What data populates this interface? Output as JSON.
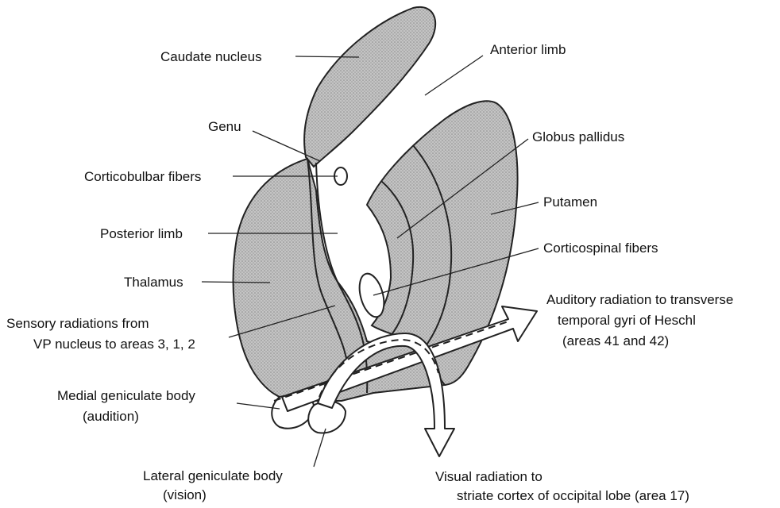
{
  "labels": {
    "caudate_nucleus": "Caudate nucleus",
    "anterior_limb": "Anterior limb",
    "genu": "Genu",
    "globus_pallidus": "Globus pallidus",
    "corticobulbar_fibers": "Corticobulbar fibers",
    "putamen": "Putamen",
    "posterior_limb": "Posterior limb",
    "corticospinal_fibers": "Corticospinal fibers",
    "thalamus": "Thalamus",
    "auditory_radiation": [
      "Auditory radiation to transverse",
      "temporal gyri of Heschl",
      "(areas 41 and 42)"
    ],
    "sensory_radiations": [
      "Sensory radiations from",
      "VP nucleus to areas 3, 1, 2"
    ],
    "medial_geniculate": [
      "Medial geniculate body",
      "(audition)"
    ],
    "lateral_geniculate": [
      "Lateral geniculate body",
      "(vision)"
    ],
    "visual_radiation": [
      "Visual radiation to",
      "striate cortex of occipital lobe (area 17)"
    ]
  },
  "colors": {
    "stipple_fill": "#b8b8b8",
    "outline": "#222222",
    "background": "#ffffff"
  }
}
